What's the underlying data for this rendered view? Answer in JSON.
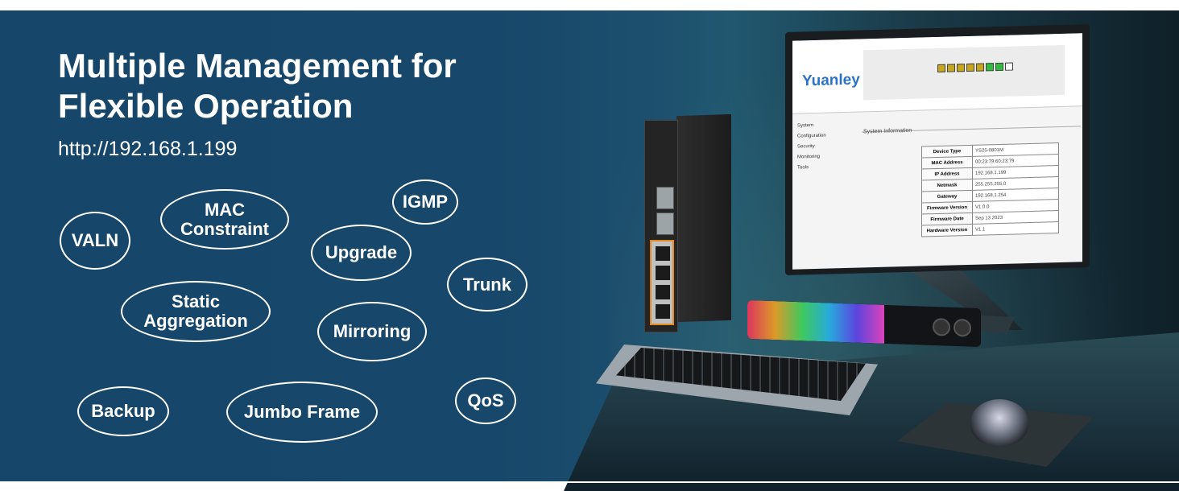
{
  "headline": {
    "line1": "Multiple Management for",
    "line2": "Flexible Operation"
  },
  "url": "http://192.168.1.199",
  "features": [
    "VALN",
    "MAC",
    "Constraint",
    "IGMP",
    "Upgrade",
    "Trunk",
    "Static",
    "Aggregation",
    "Mirroring",
    "Backup",
    "Jumbo Frame",
    "QoS"
  ],
  "web_ui": {
    "brand": "Yuanley",
    "menu": [
      "System",
      "Configuration",
      "Security",
      "Monitoring",
      "Tools"
    ],
    "section_title": "System Information",
    "rows": [
      {
        "label": "Device Type",
        "value": "YS25-0801M"
      },
      {
        "label": "MAC Address",
        "value": "00:23:79:60:23:79"
      },
      {
        "label": "IP Address",
        "value": "192.168.1.199"
      },
      {
        "label": "Netmask",
        "value": "255.255.255.0"
      },
      {
        "label": "Gateway",
        "value": "192.168.1.254"
      },
      {
        "label": "Firmware Version",
        "value": "V1.0.0"
      },
      {
        "label": "Firmware Date",
        "value": "Sep 13 2023"
      },
      {
        "label": "Hardware Version",
        "value": "V1.1"
      }
    ]
  },
  "colors": {
    "background": "#17476a",
    "text": "#ffffff",
    "brand": "#2a72c8",
    "port_active": "#2ebd3b",
    "port_idle": "#c7a61c"
  }
}
